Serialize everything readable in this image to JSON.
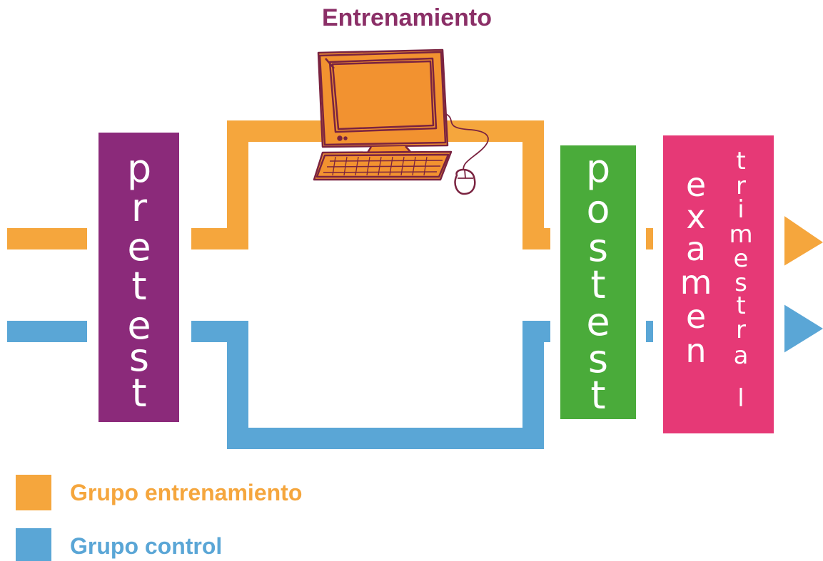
{
  "title": "Entrenamiento",
  "colors": {
    "training_path": "#f5a63d",
    "control_path": "#5aa6d6",
    "pretest_block": "#8b2a7a",
    "posttest_block": "#4aab3a",
    "exam_block": "#e63976",
    "title": "#8b2f67",
    "computer_body": "#f29230",
    "computer_outline": "#7a2340"
  },
  "blocks": {
    "pretest": "pretest",
    "posttest": "postest",
    "exam_word1": "examen",
    "exam_word2": "trimestral"
  },
  "illustration": {
    "icon": "computer-sketch-icon"
  },
  "legend": [
    {
      "label": "Grupo entrenamiento",
      "color": "#f5a63d"
    },
    {
      "label": "Grupo control",
      "color": "#5aa6d6"
    }
  ]
}
